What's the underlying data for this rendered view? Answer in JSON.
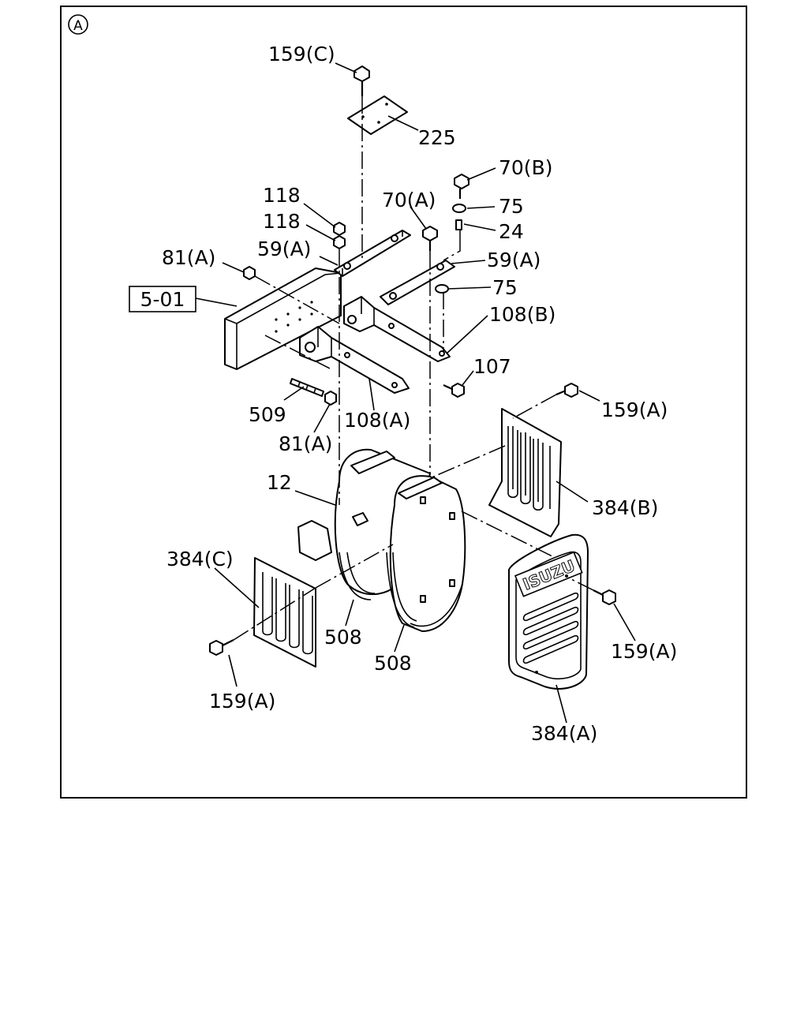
{
  "view_marker": "A",
  "reference_box": "5-01",
  "logo_text": "ISUZU",
  "labels": {
    "l159c": "159(C)",
    "l225": "225",
    "l70b": "70(B)",
    "l118a": "118",
    "l118b": "118",
    "l70a": "70(A)",
    "l75a": "75",
    "l24": "24",
    "l81a_top": "81(A)",
    "l59a_left": "59(A)",
    "l59a_right": "59(A)",
    "l75b": "75",
    "l108b": "108(B)",
    "l107": "107",
    "l159a_r1": "159(A)",
    "l509": "509",
    "l108a": "108(A)",
    "l81a_bot": "81(A)",
    "l12": "12",
    "l384b": "384(B)",
    "l384c": "384(C)",
    "l508a": "508",
    "l508b": "508",
    "l159a_r2": "159(A)",
    "l159a_left": "159(A)",
    "l384a": "384(A)"
  }
}
